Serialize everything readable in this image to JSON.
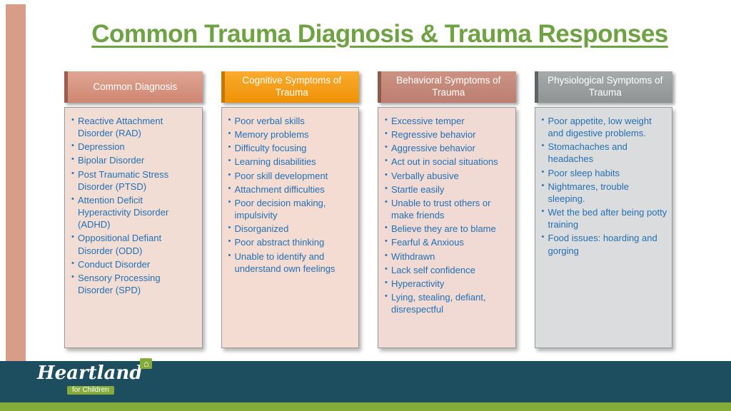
{
  "title": "Common Trauma Diagnosis & Trauma Responses",
  "columns": [
    {
      "header": "Common Diagnosis",
      "items": [
        "Reactive Attachment Disorder (RAD)",
        "Depression",
        "Bipolar Disorder",
        "Post Traumatic Stress Disorder (PTSD)",
        "Attention Deficit Hyperactivity Disorder (ADHD)",
        "Oppositional Defiant Disorder (ODD)",
        "Conduct Disorder",
        "Sensory Processing Disorder (SPD)"
      ]
    },
    {
      "header": "Cognitive Symptoms of Trauma",
      "items": [
        "Poor verbal skills",
        "Memory problems",
        "Difficulty focusing",
        "Learning disabilities",
        "Poor skill development",
        "Attachment difficulties",
        "Poor decision making, impulsivity",
        "Disorganized",
        "Poor abstract thinking",
        "Unable to identify and understand own feelings"
      ]
    },
    {
      "header": "Behavioral Symptoms of Trauma",
      "items": [
        "Excessive temper",
        "Regressive behavior",
        "Aggressive behavior",
        "Act out in social situations",
        "Verbally abusive",
        "Startle easily",
        "Unable to trust others or make friends",
        "Believe they are to blame",
        "Fearful & Anxious",
        "Withdrawn",
        "Lack self confidence",
        "Hyperactivity",
        "Lying, stealing, defiant, disrespectful"
      ]
    },
    {
      "header": "Physiological Symptoms of Trauma",
      "items": [
        "Poor appetite, low weight and digestive problems.",
        "Stomachaches and headaches",
        "Poor sleep habits",
        "Nightmares, trouble sleeping.",
        "Wet the bed after being potty training",
        "Food issues:  hoarding and gorging"
      ]
    }
  ],
  "footer": {
    "logo_name": "Heartland",
    "logo_sub": "for Children",
    "house_icon": "⌂"
  },
  "colors": {
    "title_green": "#6fa243",
    "body_text_blue": "#2470b3",
    "sidebar_salmon": "#d79d87",
    "header_orange": "#f39e15",
    "header_salmon": "#ce8672",
    "header_gray": "#909394",
    "footer_bar": "#1d4e5f",
    "footer_strip_green": "#85ac3b"
  }
}
